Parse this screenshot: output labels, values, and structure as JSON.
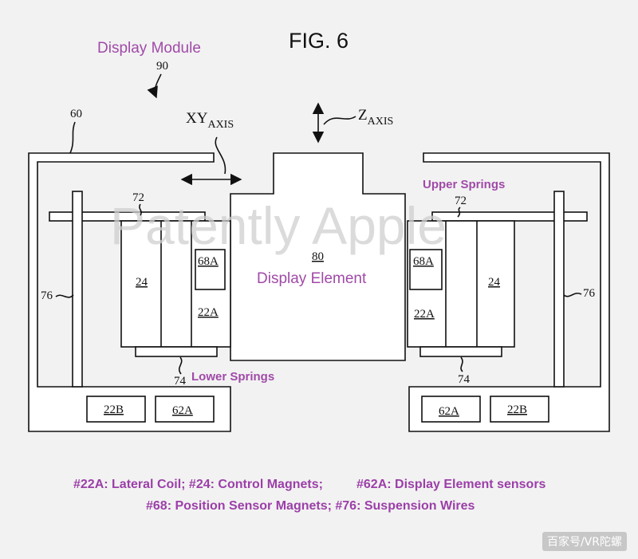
{
  "figure": {
    "title": "FIG. 6",
    "module_label": "Display Module",
    "module_ref": "90",
    "housing_ref": "60"
  },
  "axes": {
    "xy_main": "XY",
    "xy_sub": "AXIS",
    "z_main": "Z",
    "z_sub": "AXIS"
  },
  "display_element": {
    "ref": "80",
    "label": "Display Element"
  },
  "annotations": {
    "upper_springs": "Upper Springs",
    "lower_springs": "Lower Springs"
  },
  "refs": {
    "upper_spring": "72",
    "lower_spring": "74",
    "wire": "76",
    "magnet": "24",
    "sensor_magnet": "68A",
    "lateral_coil": "22A",
    "base_coil": "22B",
    "sensor": "62A"
  },
  "watermark": "Patently Apple",
  "legend": {
    "line1_a": "#22A: Lateral Coil; #24: Control Magnets;",
    "line1_b": "#62A: Display Element sensors",
    "line2": "#68: Position Sensor Magnets; #76: Suspension Wires"
  },
  "footer": "百家号/VR陀螺"
}
